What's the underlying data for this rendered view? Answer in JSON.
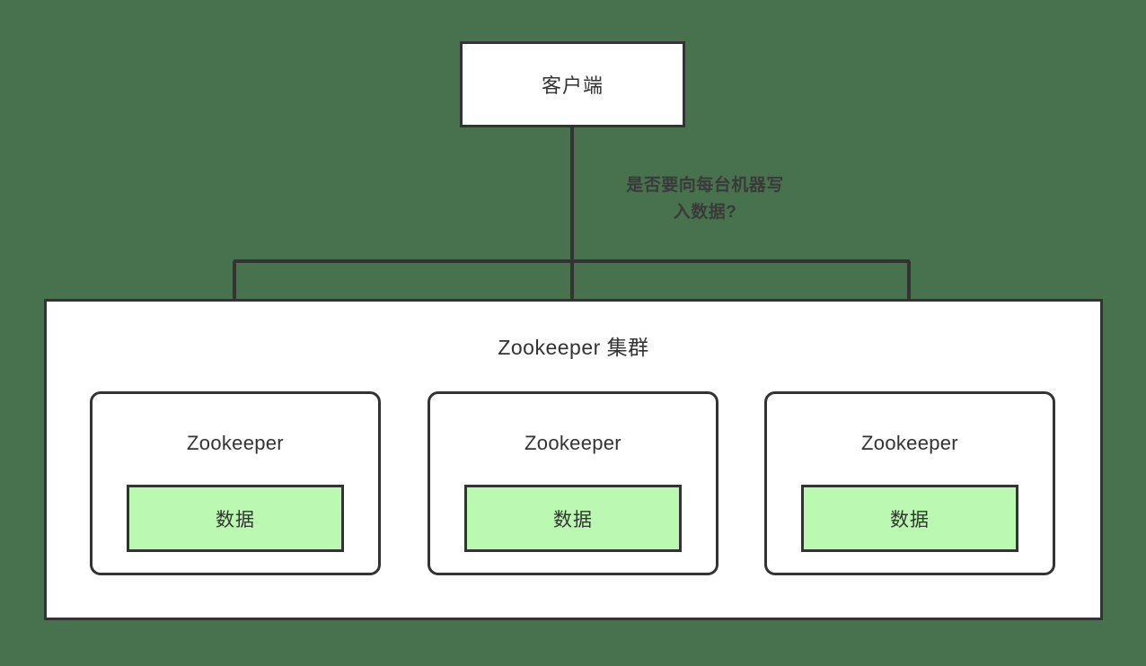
{
  "diagram": {
    "background_color": "#48714e",
    "stroke_color": "#333333",
    "data_fill_color": "#bbf8b2",
    "client": {
      "label": "客户端"
    },
    "edge_label": {
      "line1": "是否要向每台机器写",
      "line2": "入数据?"
    },
    "cluster": {
      "title": "Zookeeper 集群",
      "nodes": [
        {
          "title": "Zookeeper",
          "data_label": "数据"
        },
        {
          "title": "Zookeeper",
          "data_label": "数据"
        },
        {
          "title": "Zookeeper",
          "data_label": "数据"
        }
      ]
    }
  }
}
